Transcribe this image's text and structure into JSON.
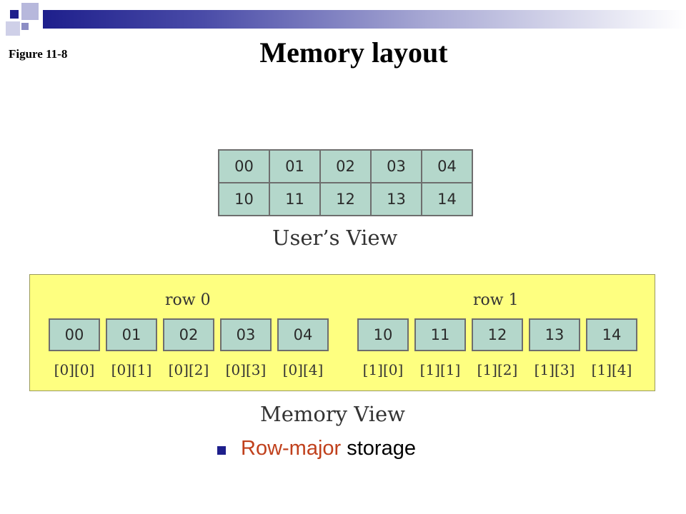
{
  "figure_label": "Figure 11-8",
  "title": "Memory layout",
  "user_view": {
    "rows": [
      [
        "00",
        "01",
        "02",
        "03",
        "04"
      ],
      [
        "10",
        "11",
        "12",
        "13",
        "14"
      ]
    ],
    "caption": "User’s View"
  },
  "memory_view": {
    "row0_label": "row 0",
    "row1_label": "row 1",
    "cells": [
      "00",
      "01",
      "02",
      "03",
      "04",
      "10",
      "11",
      "12",
      "13",
      "14"
    ],
    "indices": [
      "[0][0]",
      "[0][1]",
      "[0][2]",
      "[0][3]",
      "[0][4]",
      "[1][0]",
      "[1][1]",
      "[1][2]",
      "[1][3]",
      "[1][4]"
    ],
    "caption": "Memory View"
  },
  "bullet": {
    "highlight": "Row-major",
    "rest": " storage"
  },
  "colors": {
    "accent": "#1e1f8c",
    "cell_fill": "#b4d7cb",
    "memory_bg": "#feff80",
    "highlight_text": "#c0401c"
  }
}
